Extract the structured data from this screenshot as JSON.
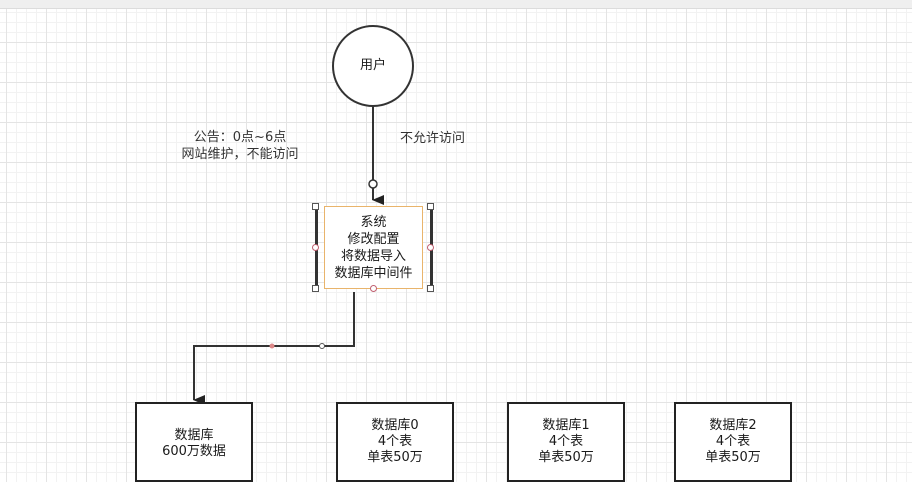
{
  "nodes": {
    "user": "用户",
    "system_lines": [
      "系统",
      "修改配置",
      "将数据导入",
      "数据库中间件"
    ],
    "db_main": [
      "数据库",
      "600万数据"
    ],
    "db0": [
      "数据库0",
      "4个表",
      "单表50万"
    ],
    "db1": [
      "数据库1",
      "4个表",
      "单表50万"
    ],
    "db2": [
      "数据库2",
      "4个表",
      "单表50万"
    ]
  },
  "labels": {
    "notice_line1": "公告：0点~6点",
    "notice_line2": "网站维护，不能访问",
    "deny": "不允许访问"
  },
  "colors": {
    "edge": "#333333",
    "selection": "#e9b46b",
    "grid": "#e4e4e4"
  }
}
